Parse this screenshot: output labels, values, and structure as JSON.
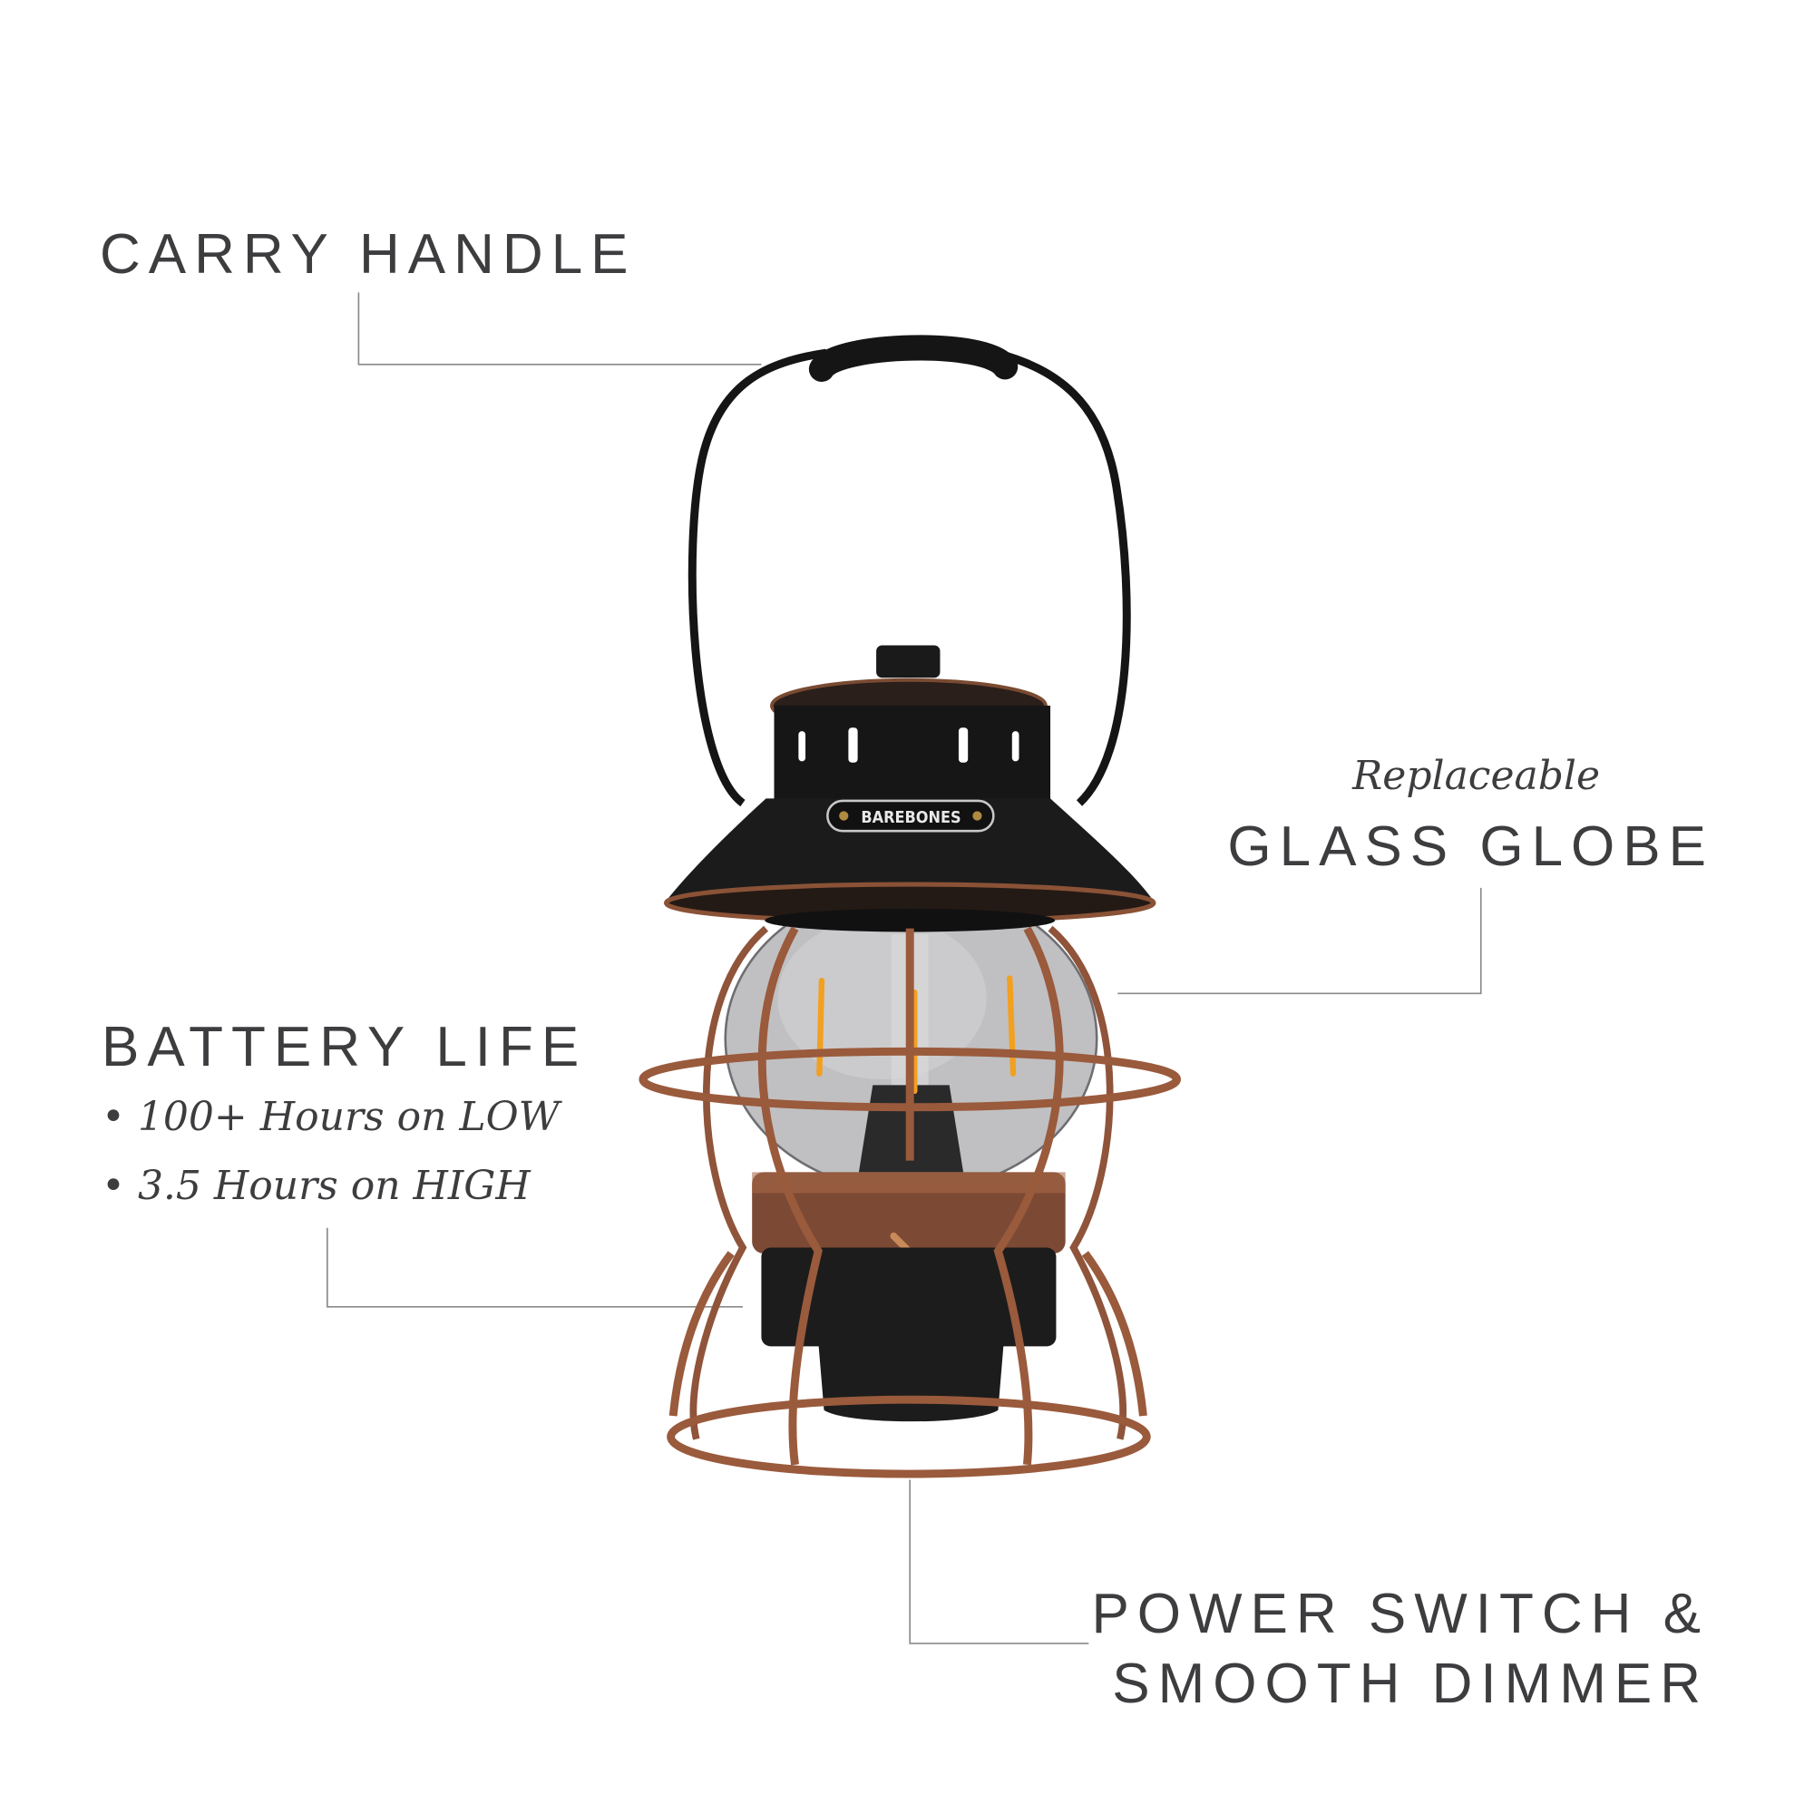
{
  "callouts": {
    "carry_handle": {
      "title": "CARRY HANDLE"
    },
    "glass_globe": {
      "prefix": "Replaceable",
      "title": "GLASS GLOBE"
    },
    "battery_life": {
      "title": "BATTERY LIFE",
      "bullets": [
        "• 100+ Hours on LOW",
        "• 3.5 Hours on HIGH"
      ]
    },
    "power_switch": {
      "line1": "POWER SWITCH &",
      "line2": "SMOOTH DIMMER"
    }
  },
  "product": {
    "brand_badge": "BAREBONES"
  },
  "colors": {
    "text": "#3d3d40",
    "copper": "#9a5a3c",
    "black": "#1a1a1a",
    "leader_line": "#8a8a8a"
  }
}
